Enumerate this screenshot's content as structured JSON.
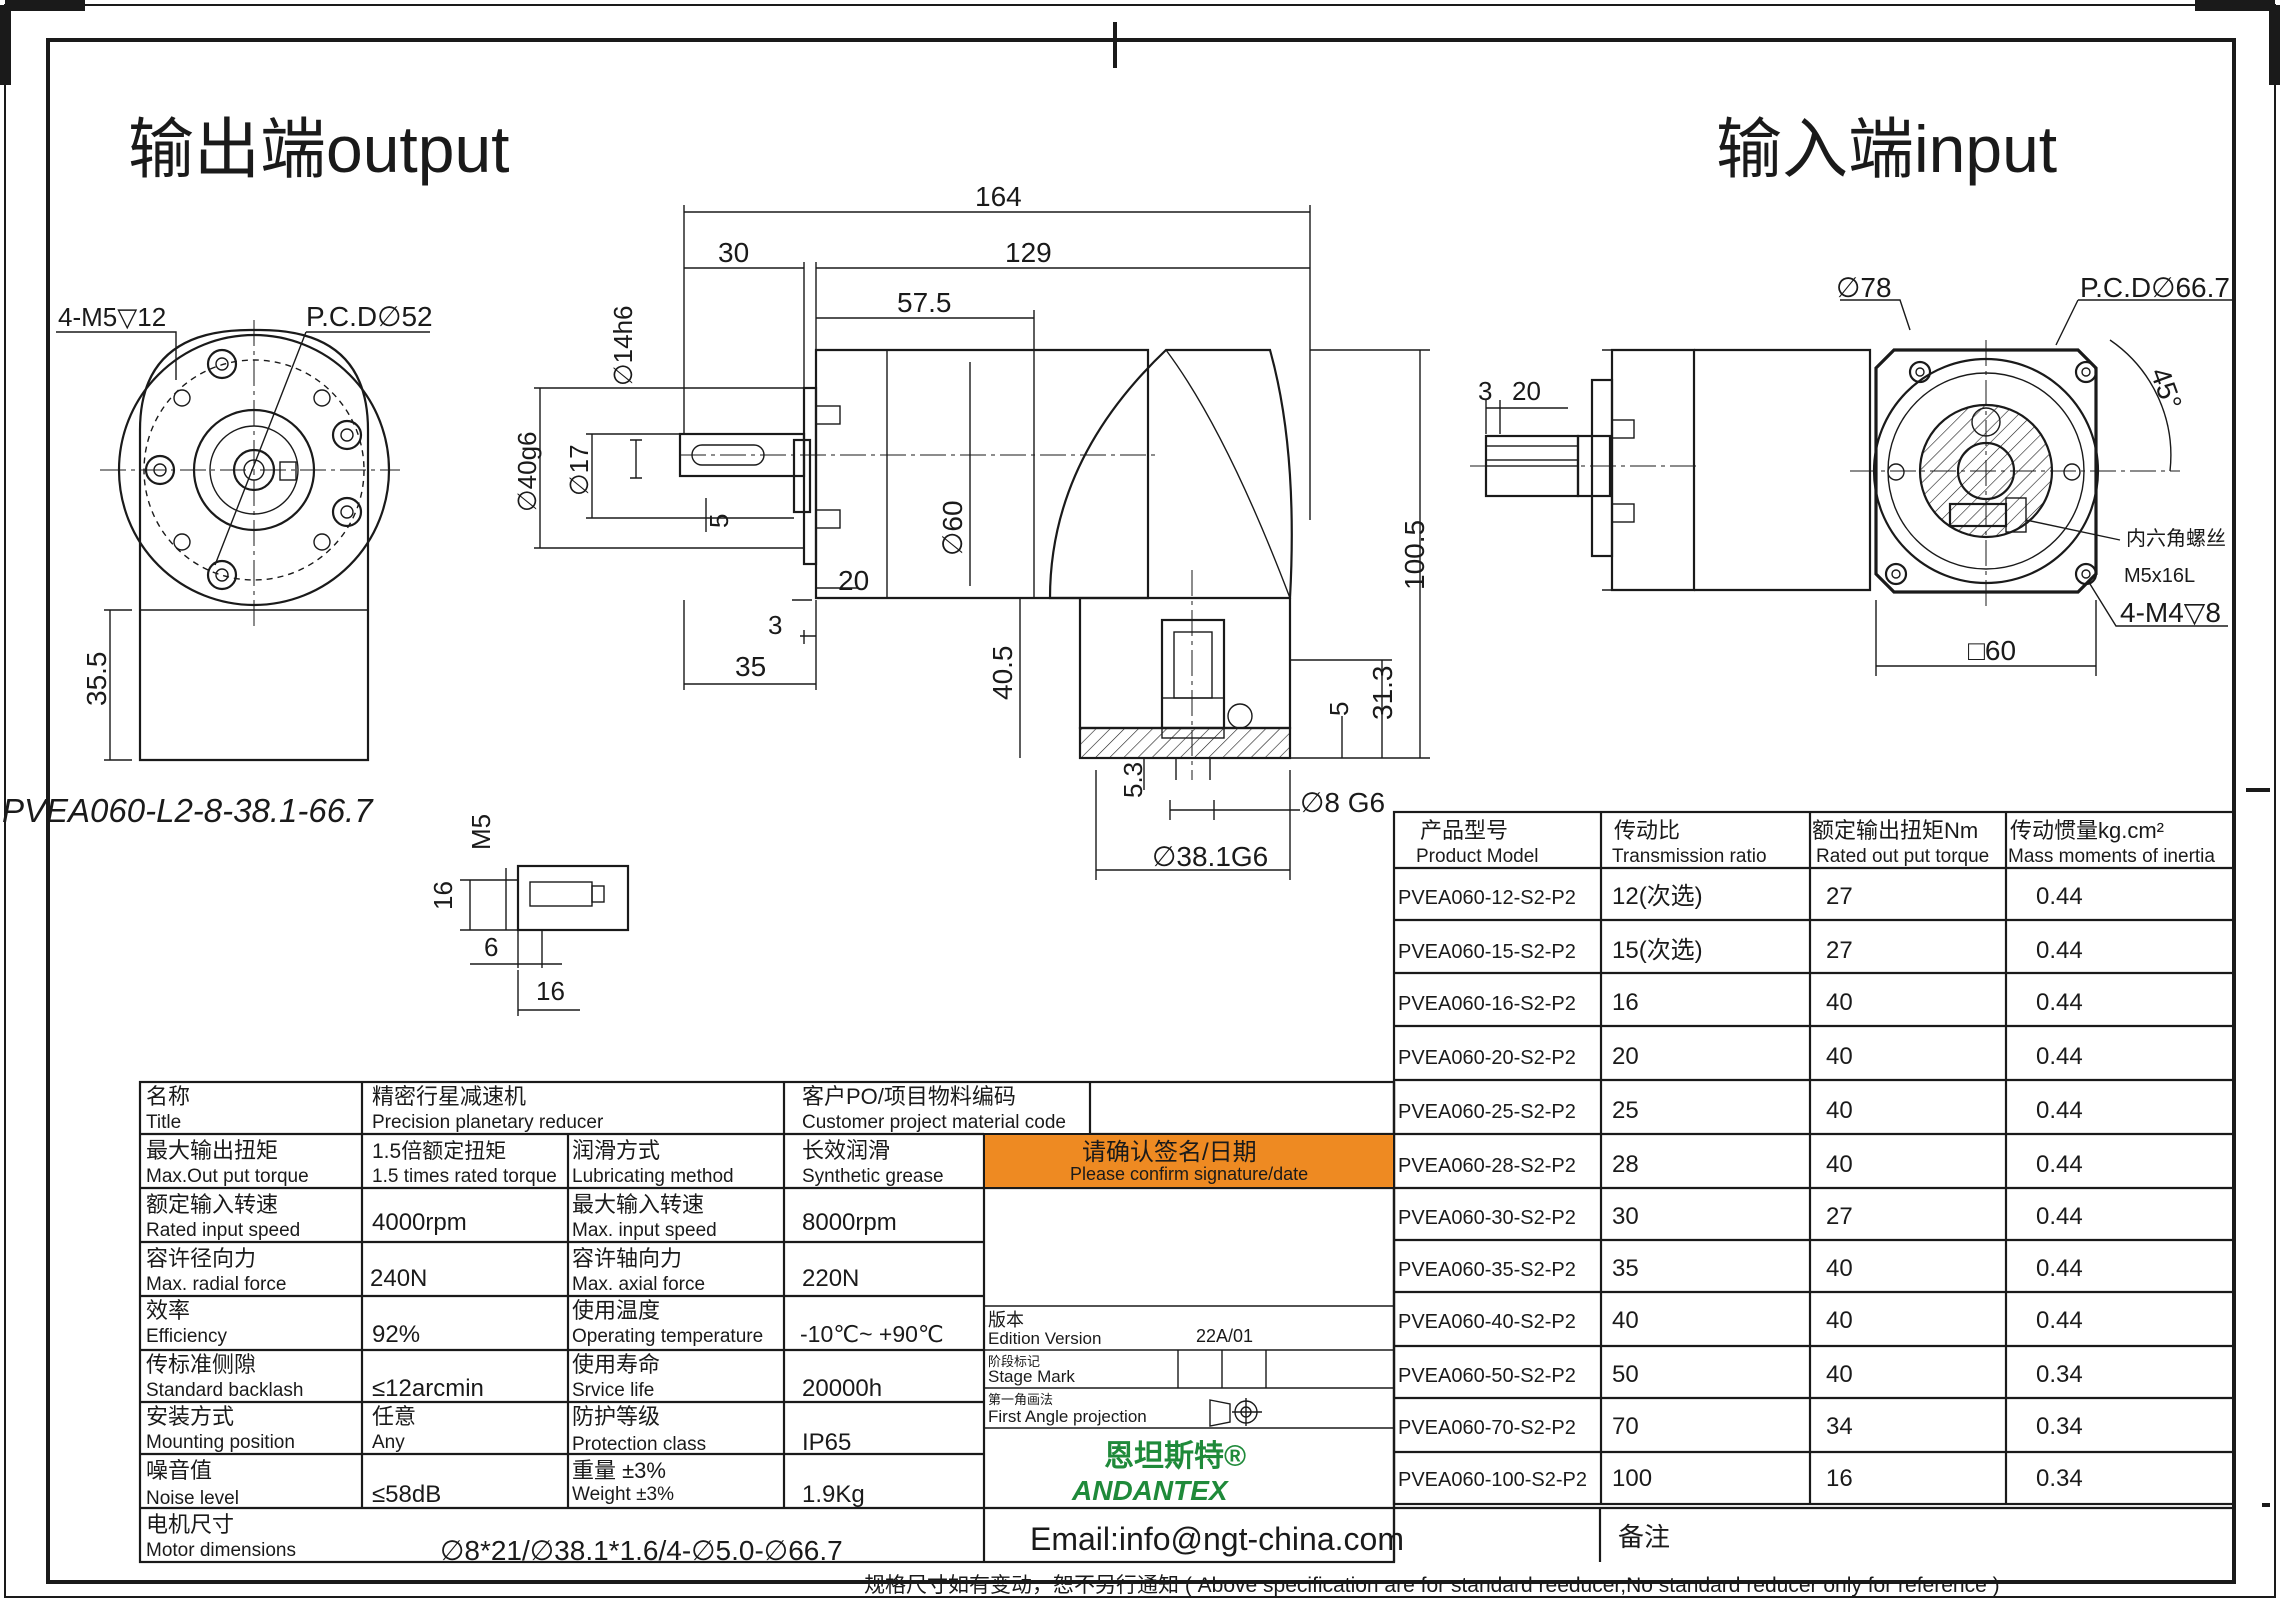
{
  "views": {
    "output_title": "输出端output",
    "input_title": "输入端input",
    "model_code": "PVEA060-L2-8-38.1-66.7"
  },
  "dims": {
    "holes_output": "4-M5▽12",
    "pcd_output": "P.C.D∅52",
    "height_35_5": "35.5",
    "len_164": "164",
    "len_30": "30",
    "len_129": "129",
    "len_57_5": "57.5",
    "dia_14": "∅14h6",
    "dia_40": "∅40g6",
    "dia_17": "∅17",
    "key_5": "5",
    "dia_60": "∅60",
    "len_20_low": "20",
    "len_3": "3",
    "len_35": "35",
    "len_40_5": "40.5",
    "len_100_5": "100.5",
    "len_31_3": "31.3",
    "len_5_right": "5",
    "len_5_3": "5.3",
    "dia_8": "∅8 G6",
    "dia_38_1": "∅38.1G6",
    "detail_m5": "M5",
    "detail_16v": "16",
    "detail_6": "6",
    "detail_16h": "16",
    "input_3": "3",
    "input_20": "20",
    "dia_78": "∅78",
    "pcd_input": "P.C.D∅66.7",
    "angle_45": "45°",
    "screw_cn": "内六角螺丝",
    "screw_size": "M5x16L",
    "holes_input": "4-M4▽8",
    "square_60": "□60"
  },
  "ratio_table": {
    "headers": [
      {
        "cn": "产品型号",
        "en": "Product Model"
      },
      {
        "cn": "传动比",
        "en": "Transmission ratio"
      },
      {
        "cn": "额定输出扭矩Nm",
        "en": "Rated out put torque"
      },
      {
        "cn": "传动惯量kg.cm²",
        "en": "Mass moments of inertia"
      }
    ],
    "rows": [
      {
        "model": "PVEA060-12-S2-P2",
        "ratio": "12(次选)",
        "torque": "27",
        "inertia": "0.44"
      },
      {
        "model": "PVEA060-15-S2-P2",
        "ratio": "15(次选)",
        "torque": "27",
        "inertia": "0.44"
      },
      {
        "model": "PVEA060-16-S2-P2",
        "ratio": "16",
        "torque": "40",
        "inertia": "0.44"
      },
      {
        "model": "PVEA060-20-S2-P2",
        "ratio": "20",
        "torque": "40",
        "inertia": "0.44"
      },
      {
        "model": "PVEA060-25-S2-P2",
        "ratio": "25",
        "torque": "40",
        "inertia": "0.44"
      },
      {
        "model": "PVEA060-28-S2-P2",
        "ratio": "28",
        "torque": "40",
        "inertia": "0.44"
      },
      {
        "model": "PVEA060-30-S2-P2",
        "ratio": "30",
        "torque": "27",
        "inertia": "0.44"
      },
      {
        "model": "PVEA060-35-S2-P2",
        "ratio": "35",
        "torque": "40",
        "inertia": "0.44"
      },
      {
        "model": "PVEA060-40-S2-P2",
        "ratio": "40",
        "torque": "40",
        "inertia": "0.44"
      },
      {
        "model": "PVEA060-50-S2-P2",
        "ratio": "50",
        "torque": "40",
        "inertia": "0.34"
      },
      {
        "model": "PVEA060-70-S2-P2",
        "ratio": "70",
        "torque": "34",
        "inertia": "0.34"
      },
      {
        "model": "PVEA060-100-S2-P2",
        "ratio": "100",
        "torque": "16",
        "inertia": "0.34"
      }
    ]
  },
  "spec_table": {
    "title_cn": "名称",
    "title_en": "Title",
    "title_val_cn": "精密行星减速机",
    "title_val_en": "Precision planetary reducer",
    "cust_cn": "客户PO/项目物料编码",
    "cust_en": "Customer project material code",
    "max_out_cn": "最大输出扭矩",
    "max_out_en": "Max.Out put torque",
    "max_out_val": "1.5倍额定扭矩",
    "max_out_val_en": "1.5 times rated torque",
    "lube_cn": "润滑方式",
    "lube_en": "Lubricating method",
    "lube_val_cn": "长效润滑",
    "lube_val_en": "Synthetic grease",
    "rated_in_cn": "额定输入转速",
    "rated_in_en": "Rated input speed",
    "rated_in_val": "4000rpm",
    "max_in_cn": "最大输入转速",
    "max_in_en": "Max. input speed",
    "max_in_val": "8000rpm",
    "radial_cn": "容许径向力",
    "radial_en": "Max. radial force",
    "radial_val": "240N",
    "axial_cn": "容许轴向力",
    "axial_en": "Max. axial force",
    "axial_val": "220N",
    "eff_cn": "效率",
    "eff_en": "Efficiency",
    "eff_val": "92%",
    "temp_cn": "使用温度",
    "temp_en": "Operating temperature",
    "temp_val": "-10℃~ +90℃",
    "backlash_cn": "传标准侧隙",
    "backlash_en": "Standard backlash",
    "backlash_val": "≤12arcmin",
    "life_cn": "使用寿命",
    "life_en": "Srvice life",
    "life_val": "20000h",
    "mount_cn": "安装方式",
    "mount_en": "Mounting position",
    "mount_val_cn": "任意",
    "mount_val_en": "Any",
    "protect_cn": "防护等级",
    "protect_en": "Protection class",
    "protect_val": "IP65",
    "noise_cn": "噪音值",
    "noise_en": "Noise level",
    "noise_val": "≤58dB",
    "weight_cn": "重量 ±3%",
    "weight_en": "Weight ±3%",
    "weight_val": "1.9Kg",
    "motor_cn": "电机尺寸",
    "motor_en": "Motor dimensions",
    "motor_val": "∅8*21/∅38.1*1.6/4-∅5.0-∅66.7",
    "confirm_cn": "请确认签名/日期",
    "confirm_en": "Please confirm signature/date",
    "edition_cn": "版本",
    "edition_en": "Edition Version",
    "edition_val": "22A/01",
    "stage_cn": "阶段标记",
    "stage_en": "Stage Mark",
    "proj_cn": "第一角画法",
    "proj_en": "First Angle projection",
    "brand_cn": "恩坦斯特®",
    "brand_en": "ANDANTEX",
    "email": "Email:info@ngt-china.com",
    "remark": "备注",
    "footer": "规格尺寸如有变动，恕不另行通知 ( Above specification are for standard reeducer,No standard reducer only for reference )"
  },
  "colors": {
    "confirm_bg": "#ee8a22",
    "brand_green": "#1f8a3a",
    "ink": "#1a1a1a"
  }
}
